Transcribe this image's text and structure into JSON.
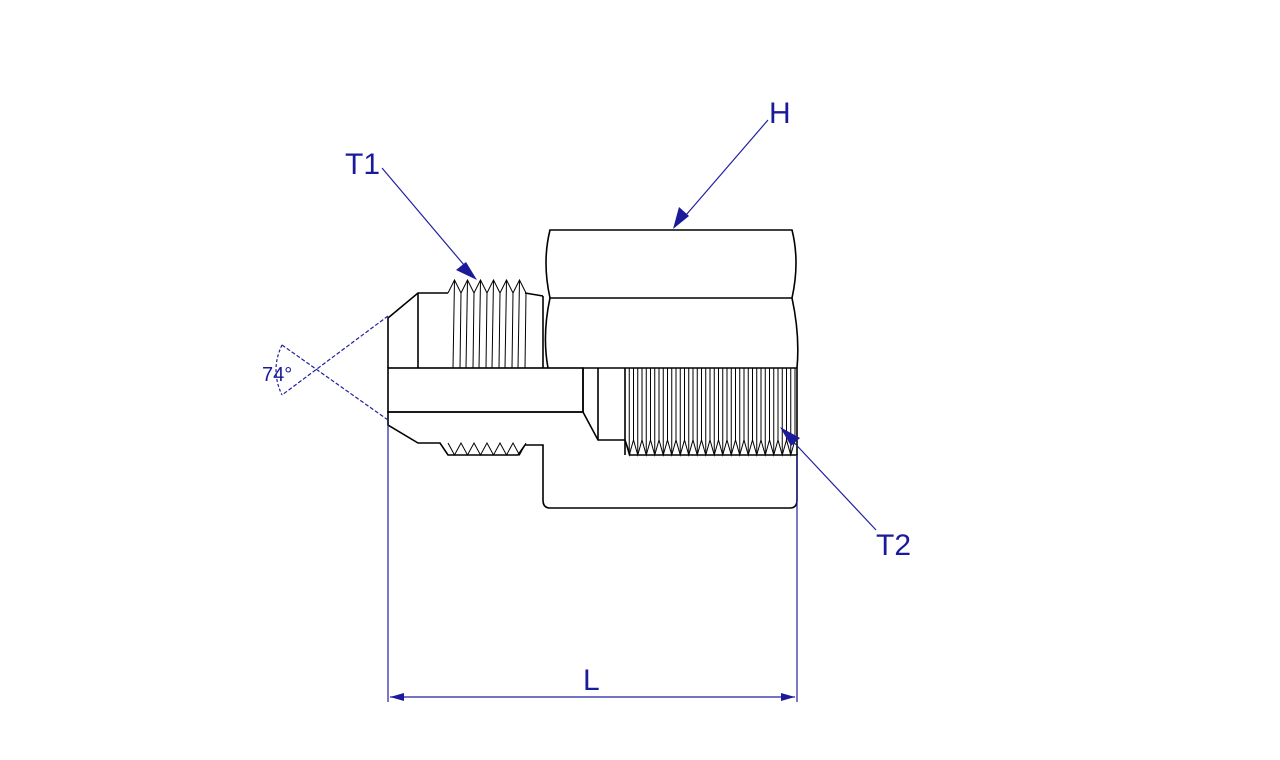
{
  "drawing": {
    "labels": {
      "t1": "T1",
      "t2": "T2",
      "h": "H",
      "l": "L",
      "angle": "74°"
    },
    "colors": {
      "dimension": "#1a1a9a",
      "outline": "#000000"
    }
  }
}
